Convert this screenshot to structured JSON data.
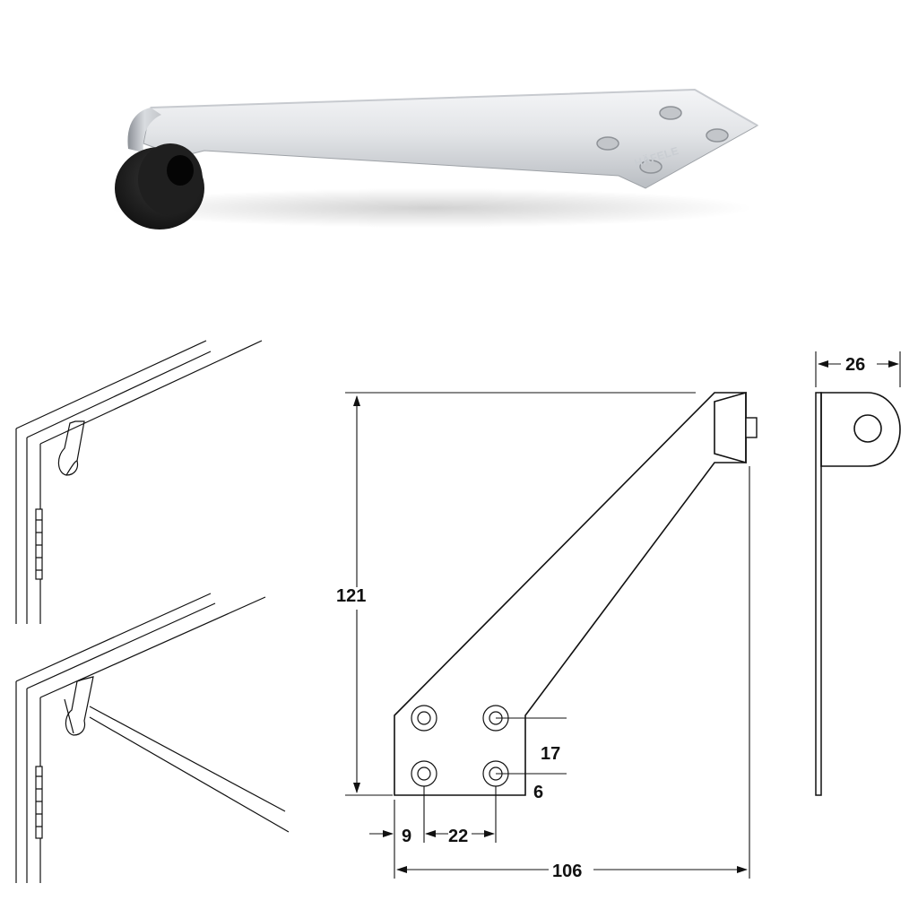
{
  "product": {
    "brand_logo": "HÄFELE"
  },
  "dimensions": {
    "height": "121",
    "width": "106",
    "thickness": "26",
    "hole_spacing_vertical": "17",
    "hole_spacing_horizontal": "22",
    "hole_offset_left": "9",
    "hole_offset_bottom": "6"
  },
  "colors": {
    "steel_light": "#e9ebee",
    "steel_dark": "#a9adb2",
    "rubber": "#1e1e1e",
    "line": "#111111"
  }
}
